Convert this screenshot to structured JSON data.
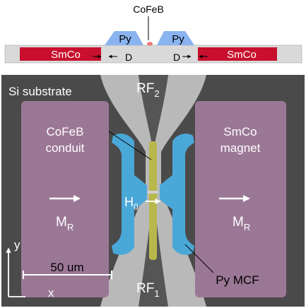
{
  "cross_section": {
    "cofeb_label": "CoFeB",
    "py_left": "Py",
    "py_right": "Py",
    "smco_left": "SmCo",
    "smco_right": "SmCo",
    "gap_label_left": "D",
    "gap_label_right": "D"
  },
  "micrograph": {
    "substrate_label": "Si substrate",
    "rf_top": {
      "main": "RF",
      "sub": "2"
    },
    "rf_bottom": {
      "main": "RF",
      "sub": "1"
    },
    "conduit_label_line1": "CoFeB",
    "conduit_label_line2": "conduit",
    "magnet_label_line1": "SmCo",
    "magnet_label_line2": "magnet",
    "field_label": {
      "main": "H",
      "sub": "0"
    },
    "mr_left": {
      "main": "M",
      "sub": "R"
    },
    "mr_right": {
      "main": "M",
      "sub": "R"
    },
    "py_mcf_label": "Py MCF",
    "axis_y": "y",
    "axis_x": "x",
    "scale_bar": "50 um"
  },
  "colors": {
    "smco": "#c8102e",
    "py": "#8ab4f0",
    "cofeb_dot": "#f07070",
    "substrate_strip": "#d9d9d9",
    "micrograph_bg": "#4a4a4a",
    "rf_metal": "#b9b9b9",
    "magnet": "#9b7796",
    "py_mcf": "#4aa8d8",
    "conduit": "#b7b84a"
  }
}
